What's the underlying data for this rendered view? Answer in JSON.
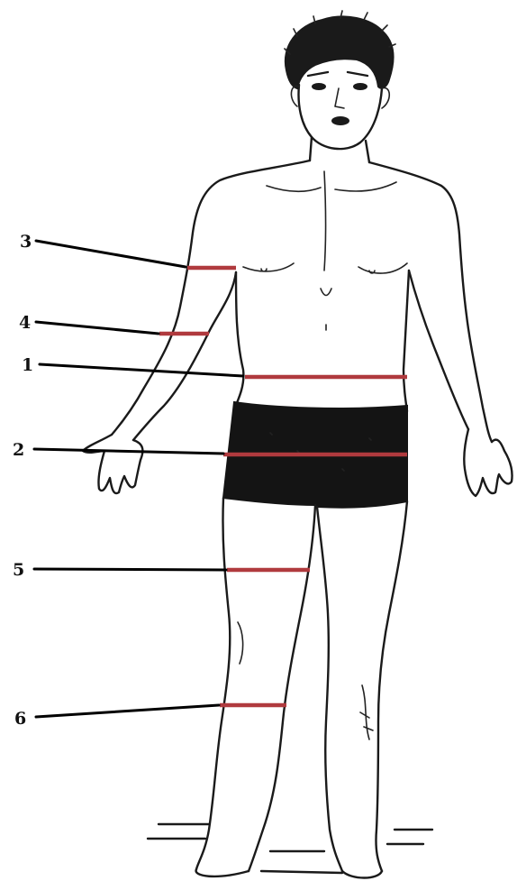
{
  "colors": {
    "measurement_line": "#b03a3e",
    "leader_line": "#000000",
    "shorts": "#141414"
  },
  "markers": [
    {
      "id": "3",
      "label": "3"
    },
    {
      "id": "4",
      "label": "4"
    },
    {
      "id": "1",
      "label": "1"
    },
    {
      "id": "2",
      "label": "2"
    },
    {
      "id": "5",
      "label": "5"
    },
    {
      "id": "6",
      "label": "6"
    }
  ]
}
